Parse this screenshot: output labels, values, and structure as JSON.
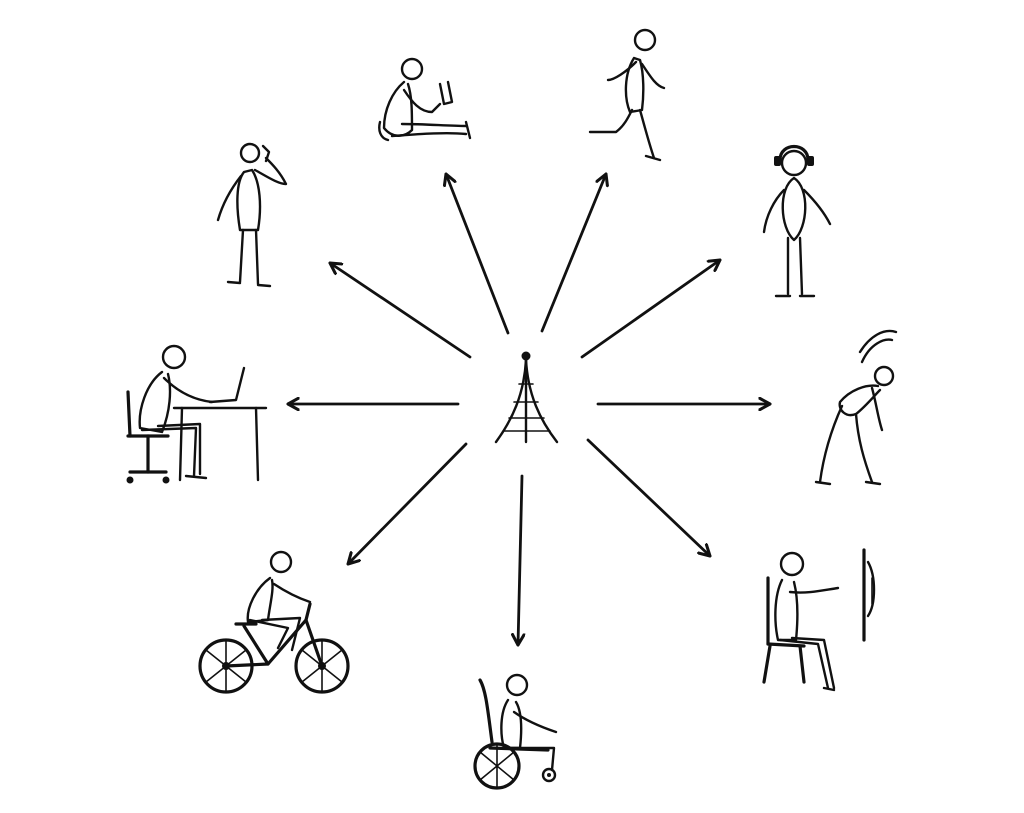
{
  "diagram": {
    "center": {
      "icon": "radio-tower-icon"
    },
    "figures": [
      {
        "id": "phone-call",
        "icon": "person-on-phone-icon"
      },
      {
        "id": "sit-laptop",
        "icon": "person-sitting-with-laptop-icon"
      },
      {
        "id": "running",
        "icon": "person-running-icon"
      },
      {
        "id": "headphones",
        "icon": "person-with-headphones-icon"
      },
      {
        "id": "desk",
        "icon": "person-at-desk-icon"
      },
      {
        "id": "stretch",
        "icon": "person-stretching-icon"
      },
      {
        "id": "cycling",
        "icon": "person-cycling-icon"
      },
      {
        "id": "wheelchair",
        "icon": "person-in-wheelchair-icon"
      },
      {
        "id": "screen",
        "icon": "person-seated-at-screen-icon"
      }
    ],
    "colors": {
      "ink": "#111111",
      "background": "#ffffff"
    }
  }
}
